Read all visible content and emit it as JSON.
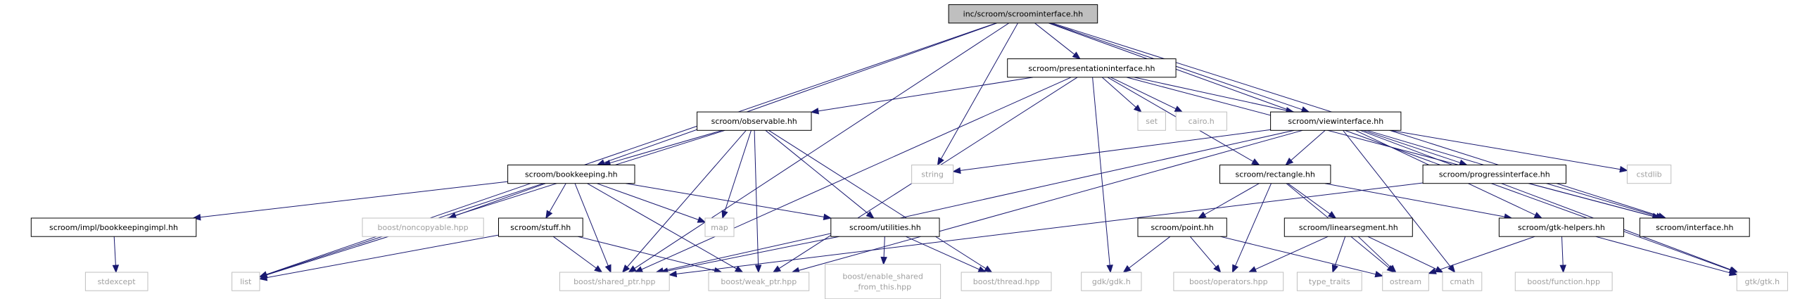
{
  "graph": {
    "nodes": [
      {
        "id": "root",
        "label": "inc/scroom/scroominterface.hh",
        "kind": "root"
      },
      {
        "id": "presentationinterface",
        "label": "scroom/presentationinterface.hh",
        "kind": "local"
      },
      {
        "id": "observable",
        "label": "scroom/observable.hh",
        "kind": "local"
      },
      {
        "id": "viewinterface",
        "label": "scroom/viewinterface.hh",
        "kind": "local"
      },
      {
        "id": "bookkeeping",
        "label": "scroom/bookkeeping.hh",
        "kind": "local"
      },
      {
        "id": "rectangle",
        "label": "scroom/rectangle.hh",
        "kind": "local"
      },
      {
        "id": "progressinterface",
        "label": "scroom/progressinterface.hh",
        "kind": "local"
      },
      {
        "id": "bookkeepingimpl",
        "label": "scroom/impl/bookkeepingimpl.hh",
        "kind": "local"
      },
      {
        "id": "stuff",
        "label": "scroom/stuff.hh",
        "kind": "local"
      },
      {
        "id": "utilities",
        "label": "scroom/utilities.hh",
        "kind": "local"
      },
      {
        "id": "point",
        "label": "scroom/point.hh",
        "kind": "local"
      },
      {
        "id": "linearsegment",
        "label": "scroom/linearsegment.hh",
        "kind": "local"
      },
      {
        "id": "gtkhelpers",
        "label": "scroom/gtk-helpers.hh",
        "kind": "local"
      },
      {
        "id": "interface",
        "label": "scroom/interface.hh",
        "kind": "local"
      },
      {
        "id": "set",
        "label": "set",
        "kind": "system"
      },
      {
        "id": "cairo",
        "label": "cairo.h",
        "kind": "system"
      },
      {
        "id": "string",
        "label": "string",
        "kind": "system"
      },
      {
        "id": "cstdlib",
        "label": "cstdlib",
        "kind": "system"
      },
      {
        "id": "map",
        "label": "map",
        "kind": "system"
      },
      {
        "id": "noncopyable",
        "label": "boost/noncopyable.hpp",
        "kind": "system"
      },
      {
        "id": "stdexcept",
        "label": "stdexcept",
        "kind": "system"
      },
      {
        "id": "list",
        "label": "list",
        "kind": "system"
      },
      {
        "id": "shared_ptr",
        "label": "boost/shared_ptr.hpp",
        "kind": "system"
      },
      {
        "id": "weak_ptr",
        "label": "boost/weak_ptr.hpp",
        "kind": "system"
      },
      {
        "id": "enable_shared",
        "label": "boost/enable_shared\n_from_this.hpp",
        "kind": "system"
      },
      {
        "id": "thread",
        "label": "boost/thread.hpp",
        "kind": "system"
      },
      {
        "id": "gdk",
        "label": "gdk/gdk.h",
        "kind": "system"
      },
      {
        "id": "operators",
        "label": "boost/operators.hpp",
        "kind": "system"
      },
      {
        "id": "type_traits",
        "label": "type_traits",
        "kind": "system"
      },
      {
        "id": "ostream",
        "label": "ostream",
        "kind": "system"
      },
      {
        "id": "cmath",
        "label": "cmath",
        "kind": "system"
      },
      {
        "id": "function",
        "label": "boost/function.hpp",
        "kind": "system"
      },
      {
        "id": "gtk",
        "label": "gtk/gtk.h",
        "kind": "system"
      }
    ],
    "edges": [
      [
        "root",
        "presentationinterface"
      ],
      [
        "root",
        "viewinterface"
      ],
      [
        "root",
        "bookkeeping"
      ],
      [
        "root",
        "string"
      ],
      [
        "root",
        "interface"
      ],
      [
        "root",
        "gtk"
      ],
      [
        "root",
        "list"
      ],
      [
        "root",
        "shared_ptr"
      ],
      [
        "presentationinterface",
        "observable"
      ],
      [
        "presentationinterface",
        "viewinterface"
      ],
      [
        "presentationinterface",
        "set"
      ],
      [
        "presentationinterface",
        "cairo"
      ],
      [
        "presentationinterface",
        "rectangle"
      ],
      [
        "presentationinterface",
        "interface"
      ],
      [
        "presentationinterface",
        "gdk"
      ],
      [
        "presentationinterface",
        "weak_ptr"
      ],
      [
        "presentationinterface",
        "shared_ptr"
      ],
      [
        "observable",
        "bookkeeping"
      ],
      [
        "observable",
        "list"
      ],
      [
        "observable",
        "map"
      ],
      [
        "observable",
        "shared_ptr"
      ],
      [
        "observable",
        "weak_ptr"
      ],
      [
        "observable",
        "utilities"
      ],
      [
        "observable",
        "thread"
      ],
      [
        "viewinterface",
        "string"
      ],
      [
        "viewinterface",
        "rectangle"
      ],
      [
        "viewinterface",
        "progressinterface"
      ],
      [
        "viewinterface",
        "cstdlib"
      ],
      [
        "viewinterface",
        "interface"
      ],
      [
        "viewinterface",
        "gtkhelpers"
      ],
      [
        "viewinterface",
        "gtk"
      ],
      [
        "viewinterface",
        "cmath"
      ],
      [
        "viewinterface",
        "shared_ptr"
      ],
      [
        "viewinterface",
        "weak_ptr"
      ],
      [
        "bookkeeping",
        "bookkeepingimpl"
      ],
      [
        "bookkeeping",
        "noncopyable"
      ],
      [
        "bookkeeping",
        "stuff"
      ],
      [
        "bookkeeping",
        "map"
      ],
      [
        "bookkeeping",
        "utilities"
      ],
      [
        "bookkeeping",
        "list"
      ],
      [
        "bookkeeping",
        "shared_ptr"
      ],
      [
        "bookkeeping",
        "weak_ptr"
      ],
      [
        "rectangle",
        "point"
      ],
      [
        "rectangle",
        "linearsegment"
      ],
      [
        "rectangle",
        "operators"
      ],
      [
        "rectangle",
        "ostream"
      ],
      [
        "rectangle",
        "gtkhelpers"
      ],
      [
        "progressinterface",
        "interface"
      ],
      [
        "progressinterface",
        "shared_ptr"
      ],
      [
        "bookkeepingimpl",
        "stdexcept"
      ],
      [
        "stuff",
        "list"
      ],
      [
        "stuff",
        "shared_ptr"
      ],
      [
        "stuff",
        "weak_ptr"
      ],
      [
        "utilities",
        "enable_shared"
      ],
      [
        "utilities",
        "thread"
      ],
      [
        "utilities",
        "shared_ptr"
      ],
      [
        "point",
        "gdk"
      ],
      [
        "point",
        "operators"
      ],
      [
        "point",
        "ostream"
      ],
      [
        "linearsegment",
        "operators"
      ],
      [
        "linearsegment",
        "type_traits"
      ],
      [
        "linearsegment",
        "ostream"
      ],
      [
        "linearsegment",
        "cmath"
      ],
      [
        "gtkhelpers",
        "ostream"
      ],
      [
        "gtkhelpers",
        "function"
      ],
      [
        "gtkhelpers",
        "gtk"
      ]
    ]
  }
}
